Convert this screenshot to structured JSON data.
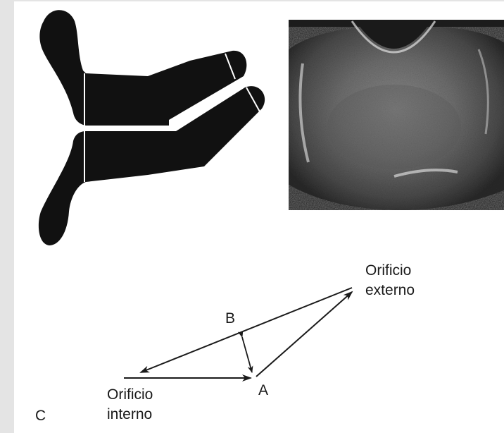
{
  "labels": {
    "external_os_line1": "Orificio",
    "external_os_line2": "externo",
    "internal_os_line1": "Orificio",
    "internal_os_line2": "interno",
    "point_a": "A",
    "point_b": "B",
    "panel_c": "C"
  },
  "colors": {
    "background": "#e4e4e4",
    "panel": "#ffffff",
    "silhouette": "#111111",
    "lines": "#1a1a1a"
  },
  "icons": {
    "speculum": "cervix-silhouette",
    "ultrasound": "transvaginal-ultrasound-image"
  }
}
